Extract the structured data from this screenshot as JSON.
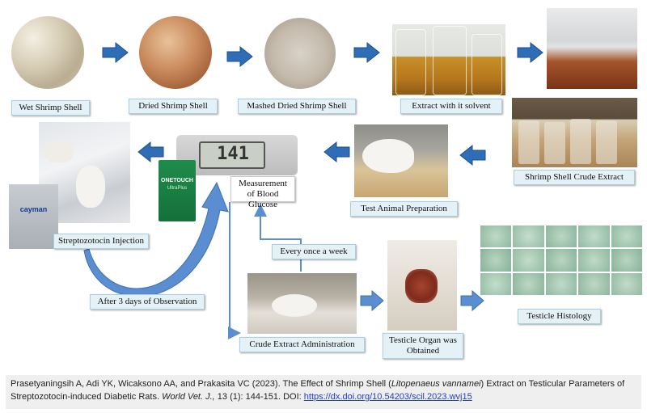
{
  "steps": {
    "wet_shell": "Wet Shrimp Shell",
    "dried_shell": "Dried Shrimp Shell",
    "mashed_shell": "Mashed Dried Shrimp Shell",
    "extract": "Extract with it solvent",
    "crude_extract": "Shrimp Shell Crude Extract",
    "test_animal": "Test Animal Preparation",
    "blood_glucose": "Measurement of Blood Glucose",
    "stz_injection": "Streptozotocin Injection",
    "every_week": "Every once a week",
    "after_3_days": "After 3 days of Observation",
    "crude_admin": "Crude Extract Administration",
    "testicle_organ": "Testicle Organ was Obtained",
    "histology": "Testicle Histology"
  },
  "photo_text": {
    "glucometer_reading": "141",
    "onetouch_brand": "ONETOUCH",
    "onetouch_sub": "UltraPlus",
    "cayman_brand": "cayman"
  },
  "citation": {
    "part1": "Prasetyaningsih A, Adi YK, Wicaksono AA, and Prakasita VC (2023). The Effect of Shrimp Shell (",
    "species": "Litopenaeus vannamei",
    "part2": ") Extract on Testicular Parameters of Streptozotocin-induced Diabetic Rats. ",
    "journal": "World Vet. J.,",
    "part3": " 13 (1): 144-151. DOI: ",
    "doi": "https://dx.doi.org/10.54203/scil.2023.wvj15"
  },
  "colors": {
    "arrow": "#2f6db6",
    "curve_arrow": "#5b8ed0",
    "label_bg": "#e4f1f7"
  }
}
